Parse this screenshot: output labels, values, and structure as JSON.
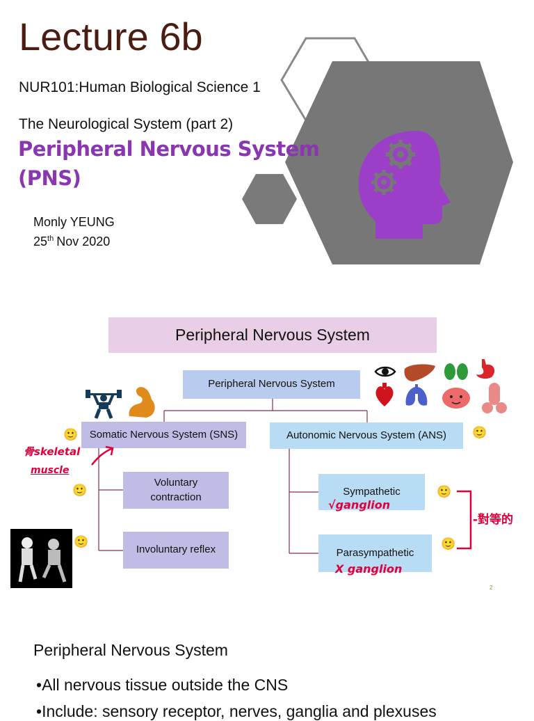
{
  "slide1": {
    "lecture_title": "Lecture 6b",
    "course": "NUR101:Human Biological Science 1",
    "subtitle": "The Neurological System (part 2)",
    "pns_title_line1": "Peripheral Nervous System",
    "pns_title_line2": "(PNS)",
    "author": "Monly YEUNG",
    "date_day": "25",
    "date_sup": "th",
    "date_rest": "Nov 2020",
    "colors": {
      "title": "#4a1c12",
      "accent": "#8a36b0",
      "hexagon": "#777777",
      "head_icon": "#9b3fc9"
    },
    "icons": [
      "head-with-gears-icon",
      "hexagon-decoration"
    ]
  },
  "slide2": {
    "banner": "Peripheral Nervous System",
    "root": "Peripheral Nervous System",
    "sns": "Somatic Nervous System (SNS)",
    "ans": "Autonomic Nervous System (ANS)",
    "voluntary_1": "Voluntary",
    "voluntary_2": "contraction",
    "involuntary": "Involuntary reflex",
    "sympathetic": "Sympathetic",
    "parasympathetic": "Parasympathetic",
    "note_skeletal": "骨skeletal",
    "note_muscle": "muscle",
    "note_sym": "√ganglion",
    "note_para": "X ganglion",
    "note_opposite": "-對等的",
    "page_number": "2",
    "icons": [
      "weightlifter-icon",
      "flexed-arm-icon",
      "eye-icon",
      "liver-icon",
      "kidneys-icon",
      "stomach-icon",
      "heart-icon",
      "lungs-icon",
      "bladder-icon",
      "penis-icon",
      "smiley-icon",
      "reflex-test-cartoon"
    ],
    "colors": {
      "banner": "#e8cfe6",
      "somatic": "#bfbde6",
      "autonomic": "#b9dcf5",
      "root": "#b9cbef",
      "handwriting": "#e0003c"
    }
  },
  "slide3": {
    "title": "Peripheral Nervous System",
    "bullets": [
      "All nervous tissue outside the CNS",
      "Include: sensory receptor, nerves, ganglia and plexuses"
    ]
  }
}
